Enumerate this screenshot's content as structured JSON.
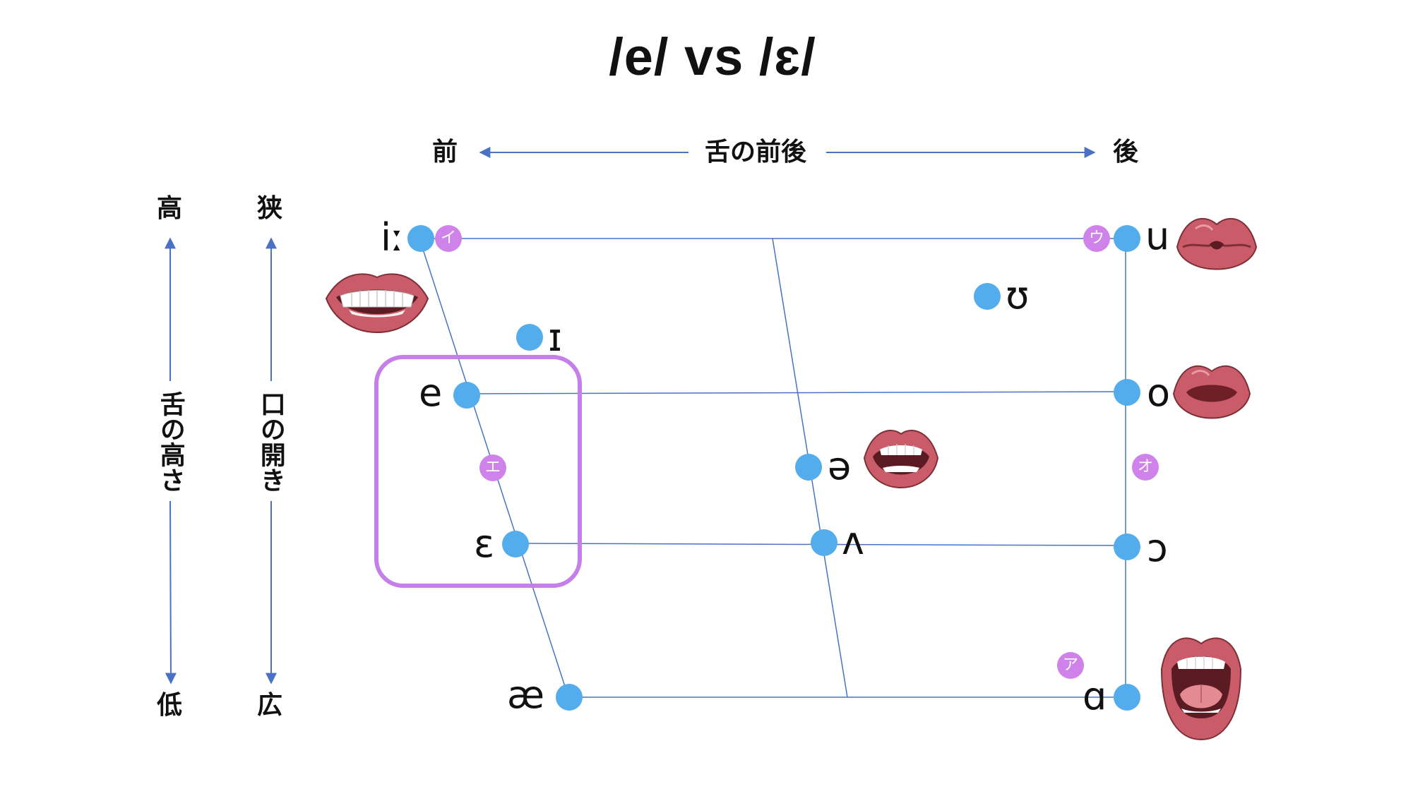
{
  "title": "/e/ vs /ɛ/",
  "axes": {
    "front": "前",
    "back": "後",
    "horizontal": "舌の前後",
    "high": "高",
    "low": "低",
    "tongue_height": "舌の高さ",
    "narrow": "狭",
    "wide": "広",
    "mouth_opening": "口の開き"
  },
  "vowels": [
    {
      "symbol": "iː"
    },
    {
      "symbol": "ɪ"
    },
    {
      "symbol": "e"
    },
    {
      "symbol": "ɛ"
    },
    {
      "symbol": "æ"
    },
    {
      "symbol": "ə"
    },
    {
      "symbol": "ʌ"
    },
    {
      "symbol": "u"
    },
    {
      "symbol": "ʊ"
    },
    {
      "symbol": "o"
    },
    {
      "symbol": "ɔ"
    },
    {
      "symbol": "ɑ"
    }
  ],
  "japanese_vowels": [
    "イ",
    "エ",
    "ウ",
    "オ",
    "ア"
  ],
  "mouth_illustrations": [
    "smile-mouth-icon",
    "half-open-mouth-icon",
    "pursed-lips-icon",
    "round-lips-icon",
    "open-mouth-icon"
  ],
  "colors": {
    "dot": "#53acec",
    "line": "#4a72c4",
    "highlight": "#c47fe8",
    "kana_badge": "#cf83ea",
    "lips": "#c95c68"
  }
}
